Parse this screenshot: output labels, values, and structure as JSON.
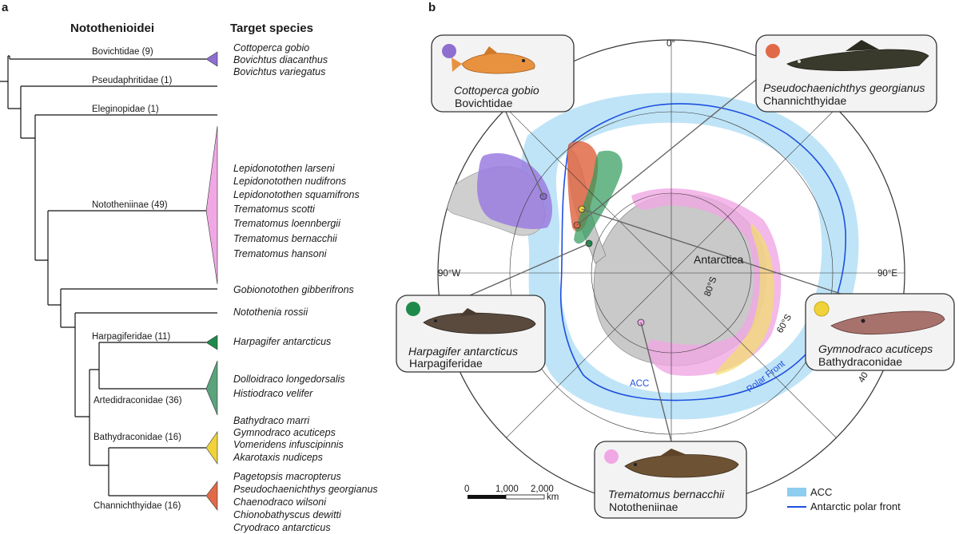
{
  "panels": {
    "a": "a",
    "b": "b"
  },
  "tree": {
    "title": "Notothenioidei",
    "species_title": "Target species",
    "families": {
      "bovichtidae": "Bovichtidae (9)",
      "pseudaphritidae": "Pseudaphritidae (1)",
      "eleginopidae": "Eleginopidae (1)",
      "nototheniinae": "Nototheniinae (49)",
      "harpagiferidae": "Harpagiferidae (11)",
      "artedidraconidae": "Artedidraconidae (36)",
      "bathydraconidae": "Bathydraconidae (16)",
      "channichthyidae": "Channichthyidae (16)"
    },
    "species": {
      "bovichtidae": [
        "Cottoperca gobio",
        "Bovichtus diacanthus",
        "Bovichtus variegatus"
      ],
      "nototheniinae": [
        "Lepidonotothen larseni",
        "Lepidonotothen nudifrons",
        "Lepidonotothen squamifrons",
        "Trematomus scotti",
        "Trematomus loennbergii",
        "Trematomus bernacchii",
        "Trematomus hansoni"
      ],
      "gobionotothen": [
        "Gobionotothen gibberifrons"
      ],
      "notothenia": [
        "Notothenia rossii"
      ],
      "harpagiferidae": [
        "Harpagifer antarcticus"
      ],
      "artedidraconidae": [
        "Dolloidraco longedorsalis",
        "Histiodraco velifer"
      ],
      "bathydraconidae": [
        "Bathydraco marri",
        "Gymnodraco acuticeps",
        "Vomeridens infuscipinnis",
        "Akarotaxis nudiceps"
      ],
      "channichthyidae": [
        "Pagetopsis macropterus",
        "Pseudochaenichthys georgianus",
        "Chaenodraco wilsoni",
        "Chionobathyscus dewitti",
        "Cryodraco antarcticus"
      ]
    },
    "colors": {
      "bovichtidae": "#8e6fd0",
      "nototheniinae": "#f0a8e4",
      "harpagiferidae": "#1e8a4a",
      "artedidraconidae": "#5aa37c",
      "bathydraconidae": "#f0d23a",
      "channichthyidae": "#e06a48"
    }
  },
  "map": {
    "labels": {
      "lon_0": "0°",
      "lon_90w": "90°W",
      "lon_90e": "90°E",
      "lat_80": "80°S",
      "lat_60": "60°S",
      "lat_40": "40",
      "continent": "Antarctica",
      "acc": "ACC",
      "polar_front": "Polar Front"
    },
    "scale": {
      "ticks": [
        "0",
        "1,000",
        "2,000"
      ],
      "unit": "km"
    },
    "legend": [
      {
        "label": "ACC",
        "color": "#bfe4f7"
      },
      {
        "label": "Antarctic polar front",
        "color": "#1f4fe0"
      }
    ],
    "callouts": [
      {
        "key": "cottoperca",
        "species": "Cottoperca gobio",
        "family": "Bovichtidae",
        "color": "#8e6fd0"
      },
      {
        "key": "pseudo",
        "species": "Pseudochaenichthys georgianus",
        "family": "Channichthyidae",
        "color": "#e06a48"
      },
      {
        "key": "harpagifer",
        "species": "Harpagifer antarcticus",
        "family": "Harpagiferidae",
        "color": "#1e8a4a"
      },
      {
        "key": "gymnodraco",
        "species": "Gymnodraco acuticeps",
        "family": "Bathydraconidae",
        "color": "#f0d23a"
      },
      {
        "key": "trematomus",
        "species": "Trematomus bernacchii",
        "family": "Nototheniinae",
        "color": "#f0a8e4"
      }
    ]
  }
}
